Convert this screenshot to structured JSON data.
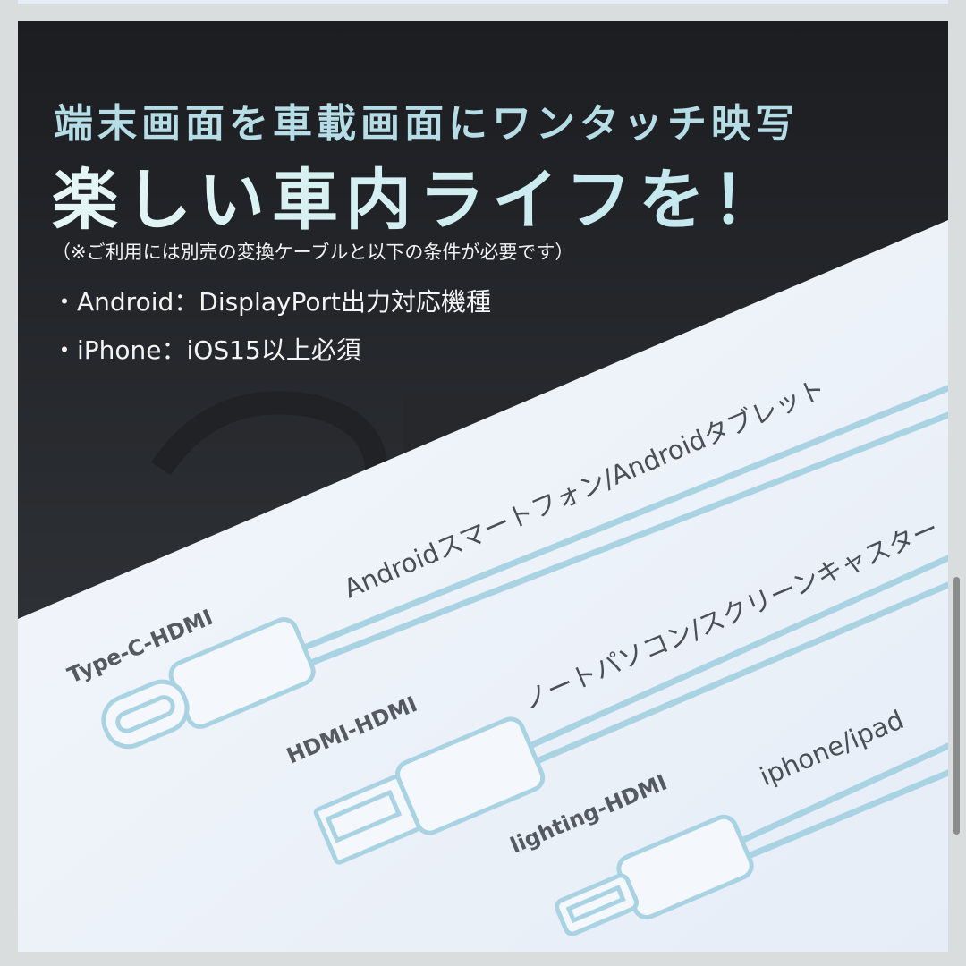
{
  "headline": "端末画面を車載画面にワンタッチ映写",
  "title": "楽しい車内ライフを！",
  "note": "（※ご利用には別売の変換ケーブルと以下の条件が必要です）",
  "requirements": [
    "・Android：DisplayPort出力対応機種",
    "・iPhone：iOS15以上必須"
  ],
  "cables": [
    {
      "name": "Type-C-HDMI",
      "devices": "Androidスマートフォン/Androidタブレット",
      "icon": "usb-c-connector-icon"
    },
    {
      "name": "HDMI-HDMI",
      "devices": "ノートパソコン/スクリーンキャスター",
      "icon": "usb-a-connector-icon"
    },
    {
      "name": "lighting-HDMI",
      "devices": "iphone/ipad",
      "icon": "lightning-connector-icon"
    }
  ],
  "colors": {
    "dark": "#1d1f23",
    "light": "#eef3fa",
    "cable": "#a9d3e3",
    "headline": "#b6dce6"
  }
}
